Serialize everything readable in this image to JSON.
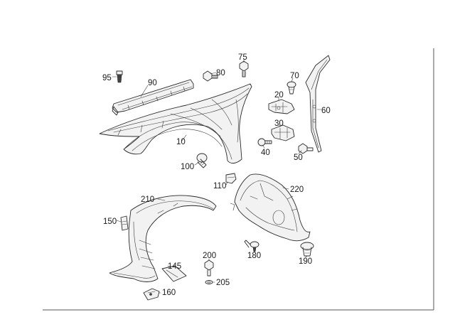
{
  "parts": [
    {
      "id": "p95",
      "label": "95"
    },
    {
      "id": "p90",
      "label": "90"
    },
    {
      "id": "p80",
      "label": "80"
    },
    {
      "id": "p75",
      "label": "75"
    },
    {
      "id": "p70",
      "label": "70"
    },
    {
      "id": "p20",
      "label": "20"
    },
    {
      "id": "p60",
      "label": "60"
    },
    {
      "id": "p30",
      "label": "30"
    },
    {
      "id": "p40",
      "label": "40"
    },
    {
      "id": "p50",
      "label": "50"
    },
    {
      "id": "p10",
      "label": "10"
    },
    {
      "id": "p100",
      "label": "100"
    },
    {
      "id": "p110",
      "label": "110"
    },
    {
      "id": "p220",
      "label": "220"
    },
    {
      "id": "p210",
      "label": "210"
    },
    {
      "id": "p150",
      "label": "150"
    },
    {
      "id": "p200",
      "label": "200"
    },
    {
      "id": "p180",
      "label": "180"
    },
    {
      "id": "p190",
      "label": "190"
    },
    {
      "id": "p145",
      "label": "145"
    },
    {
      "id": "p205",
      "label": "205"
    },
    {
      "id": "p160",
      "label": "160"
    }
  ]
}
